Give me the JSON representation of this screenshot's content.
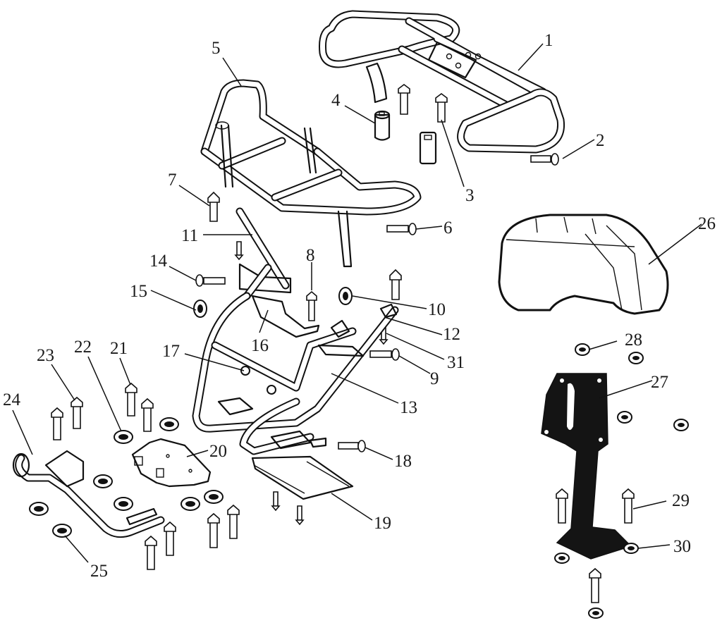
{
  "diagram": {
    "type": "exploded-parts-view",
    "colors": {
      "line": "#111111",
      "background": "#ffffff",
      "solid_part": "#141414"
    },
    "callouts": [
      {
        "id": "1"
      },
      {
        "id": "2"
      },
      {
        "id": "3"
      },
      {
        "id": "4"
      },
      {
        "id": "5"
      },
      {
        "id": "6"
      },
      {
        "id": "7"
      },
      {
        "id": "8"
      },
      {
        "id": "9"
      },
      {
        "id": "10"
      },
      {
        "id": "11"
      },
      {
        "id": "12"
      },
      {
        "id": "13"
      },
      {
        "id": "14"
      },
      {
        "id": "15"
      },
      {
        "id": "16"
      },
      {
        "id": "17"
      },
      {
        "id": "18"
      },
      {
        "id": "19"
      },
      {
        "id": "20"
      },
      {
        "id": "21"
      },
      {
        "id": "22"
      },
      {
        "id": "23"
      },
      {
        "id": "24"
      },
      {
        "id": "25"
      },
      {
        "id": "26"
      },
      {
        "id": "27"
      },
      {
        "id": "28"
      },
      {
        "id": "29"
      },
      {
        "id": "30"
      },
      {
        "id": "31"
      }
    ]
  }
}
